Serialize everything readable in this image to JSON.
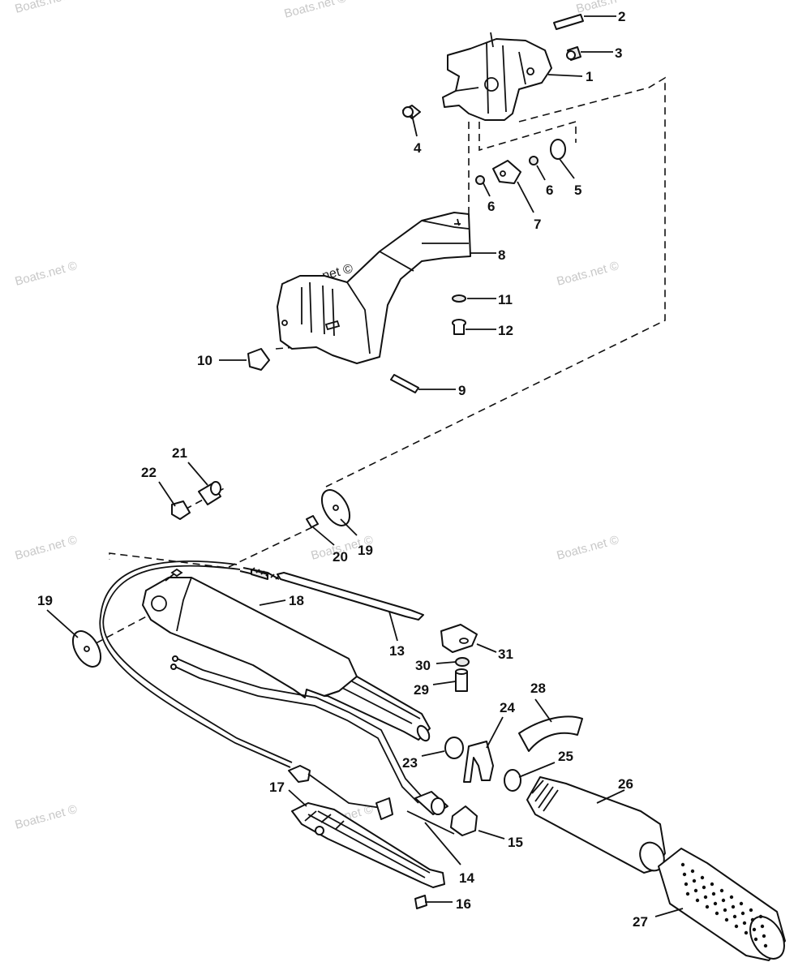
{
  "watermark": {
    "text": "Boats.net ©",
    "top_text": "Boats.n"
  },
  "callouts": {
    "c1": "1",
    "c2": "2",
    "c3": "3",
    "c4": "4",
    "c5": "5",
    "c6a": "6",
    "c6b": "6",
    "c7": "7",
    "c8": "8",
    "c9": "9",
    "c10": "10",
    "c11": "11",
    "c12": "12",
    "c13": "13",
    "c14": "14",
    "c15": "15",
    "c16": "16",
    "c17": "17",
    "c18": "18",
    "c19a": "19",
    "c19b": "19",
    "c20": "20",
    "c21": "21",
    "c22": "22",
    "c23": "23",
    "c24": "24",
    "c25": "25",
    "c26": "26",
    "c27": "27",
    "c28": "28",
    "c29": "29",
    "c30": "30",
    "c31": "31"
  }
}
